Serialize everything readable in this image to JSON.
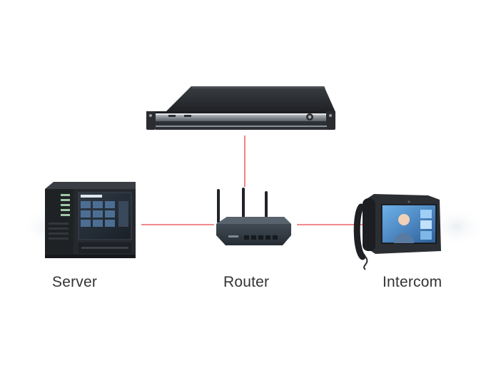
{
  "diagram": {
    "nodes": [
      {
        "id": "rack-unit",
        "label": ""
      },
      {
        "id": "server",
        "label": "Server"
      },
      {
        "id": "router",
        "label": "Router"
      },
      {
        "id": "intercom",
        "label": "Intercom"
      }
    ],
    "edges": [
      {
        "from": "rack-unit",
        "to": "router"
      },
      {
        "from": "server",
        "to": "router"
      },
      {
        "from": "router",
        "to": "intercom"
      }
    ],
    "colors": {
      "connector": "#e8454a",
      "label": "#333333",
      "device_dark": "#2b2e33",
      "screen_blue": "#3a7bd5"
    }
  },
  "labels": {
    "server": "Server",
    "router": "Router",
    "intercom": "Intercom"
  }
}
